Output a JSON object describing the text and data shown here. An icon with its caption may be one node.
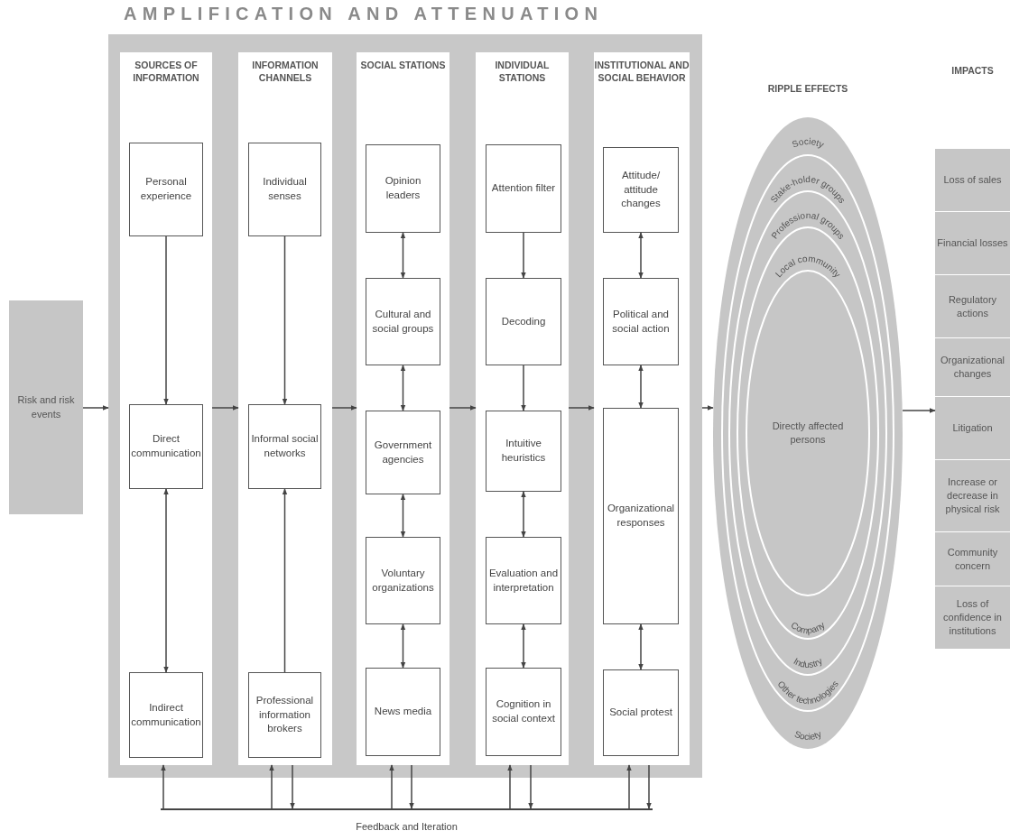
{
  "diagram": {
    "nodes": [
      {
        "text": [
          "Risk and risk events"
        ]
      },
      {
        "text": [
          "AMPLIFICATION AND ATTENUATION"
        ]
      },
      {
        "text": [
          "SOURCES OF INFORMATION"
        ],
        "in": 1
      },
      {
        "text": [
          "Personal experience"
        ],
        "in": 2
      },
      {
        "text": [
          "Direct communication"
        ],
        "in": 2
      },
      {
        "text": [
          "Indirect communication"
        ],
        "in": 2
      },
      {
        "text": [
          "INFORMATION CHANNELS"
        ],
        "in": 1
      },
      {
        "text": [
          "Individual senses"
        ],
        "in": 6
      },
      {
        "text": [
          "Informal social networks"
        ],
        "in": 6
      },
      {
        "text": [
          "Professional information brokers"
        ],
        "in": 6
      },
      {
        "text": [
          "SOCIAL STATIONS"
        ],
        "in": 1
      },
      {
        "text": [
          "Opinion leaders"
        ],
        "in": 10
      },
      {
        "text": [
          "Cultural and social groups"
        ],
        "in": 10
      },
      {
        "text": [
          "Government agencies"
        ],
        "in": 10
      },
      {
        "text": [
          "Voluntary organizations"
        ],
        "in": 10
      },
      {
        "text": [
          "News media"
        ],
        "in": 10
      },
      {
        "text": [
          "INDIVIDUAL STATIONS"
        ],
        "in": 1
      },
      {
        "text": [
          "Attention filter"
        ],
        "in": 16
      },
      {
        "text": [
          "Decoding"
        ],
        "in": 16
      },
      {
        "text": [
          "Intuitive heuristics"
        ],
        "in": 16
      },
      {
        "text": [
          "Evaluation and interpretation"
        ],
        "in": 16
      },
      {
        "text": [
          "Cognition in social context"
        ],
        "in": 16
      },
      {
        "text": [
          "INSTITUTIONAL AND SOCIAL BEHAVIOR"
        ],
        "in": 1
      },
      {
        "text": [
          "Attitude/ attitude changes"
        ],
        "in": 22
      },
      {
        "text": [
          "Political and social action"
        ],
        "in": 22
      },
      {
        "text": [
          "Organizational responses"
        ],
        "in": 22
      },
      {
        "text": [
          "Social protest"
        ],
        "in": 22
      },
      {
        "text": [
          "RIPPLE EFFECTS",
          "Society",
          "Society"
        ]
      },
      {
        "text": [
          "Stake-holder groups",
          "Other technologies"
        ],
        "in": 27
      },
      {
        "text": [
          "Professional groups",
          "Industry"
        ],
        "in": 28
      },
      {
        "text": [
          "Local community",
          "Company"
        ],
        "in": 29
      },
      {
        "text": [
          "Directly affected persons"
        ],
        "in": 30
      },
      {
        "text": [
          "IMPACTS"
        ]
      },
      {
        "text": [
          "Loss of sales"
        ],
        "in": 32
      },
      {
        "text": [
          "Financial losses"
        ],
        "in": 32
      },
      {
        "text": [
          "Regulatory actions"
        ],
        "in": 32
      },
      {
        "text": [
          "Organizational changes"
        ],
        "in": 32
      },
      {
        "text": [
          "Litigation"
        ],
        "in": 32
      },
      {
        "text": [
          "Increase or decrease in physical risk"
        ],
        "in": 32
      },
      {
        "text": [
          "Community concern"
        ],
        "in": 32
      },
      {
        "text": [
          "Loss of confidence in institutions"
        ],
        "in": 32
      },
      {
        "text": [
          "Feedback and Iteration"
        ]
      }
    ],
    "edges": [
      {
        "from": 0,
        "to": 1,
        "arrow": "to"
      },
      {
        "from": 2,
        "to": 6,
        "arrow": "to"
      },
      {
        "from": 6,
        "to": 10,
        "arrow": "to"
      },
      {
        "from": 10,
        "to": 16,
        "arrow": "to"
      },
      {
        "from": 16,
        "to": 22,
        "arrow": "to"
      },
      {
        "from": 1,
        "to": 27,
        "arrow": "to"
      },
      {
        "from": 27,
        "to": 32,
        "arrow": "to"
      },
      {
        "from": 3,
        "to": 4,
        "arrow": "to"
      },
      {
        "from": 4,
        "to": 5,
        "arrow": "both"
      },
      {
        "from": 7,
        "to": 8,
        "arrow": "to"
      },
      {
        "from": 9,
        "to": 8,
        "arrow": "to"
      },
      {
        "from": 11,
        "to": 12,
        "arrow": "both"
      },
      {
        "from": 12,
        "to": 13,
        "arrow": "both"
      },
      {
        "from": 13,
        "to": 14,
        "arrow": "both"
      },
      {
        "from": 14,
        "to": 15,
        "arrow": "both"
      },
      {
        "from": 17,
        "to": 18,
        "arrow": "to"
      },
      {
        "from": 18,
        "to": 19,
        "arrow": "to"
      },
      {
        "from": 19,
        "to": 20,
        "arrow": "both"
      },
      {
        "from": 20,
        "to": 21,
        "arrow": "both"
      },
      {
        "from": 23,
        "to": 24,
        "arrow": "both"
      },
      {
        "from": 24,
        "to": 25,
        "arrow": "both"
      },
      {
        "from": 25,
        "to": 26,
        "arrow": "both"
      },
      {
        "from": 41,
        "to": 2,
        "arrow": "to"
      },
      {
        "from": 41,
        "to": 6,
        "arrow": "to"
      },
      {
        "from": 6,
        "to": 41,
        "arrow": "to"
      },
      {
        "from": 41,
        "to": 10,
        "arrow": "to"
      },
      {
        "from": 10,
        "to": 41,
        "arrow": "to"
      },
      {
        "from": 41,
        "to": 16,
        "arrow": "to"
      },
      {
        "from": 16,
        "to": 41,
        "arrow": "to"
      },
      {
        "from": 41,
        "to": 22,
        "arrow": "to"
      },
      {
        "from": 22,
        "to": 41,
        "arrow": "to"
      }
    ]
  }
}
